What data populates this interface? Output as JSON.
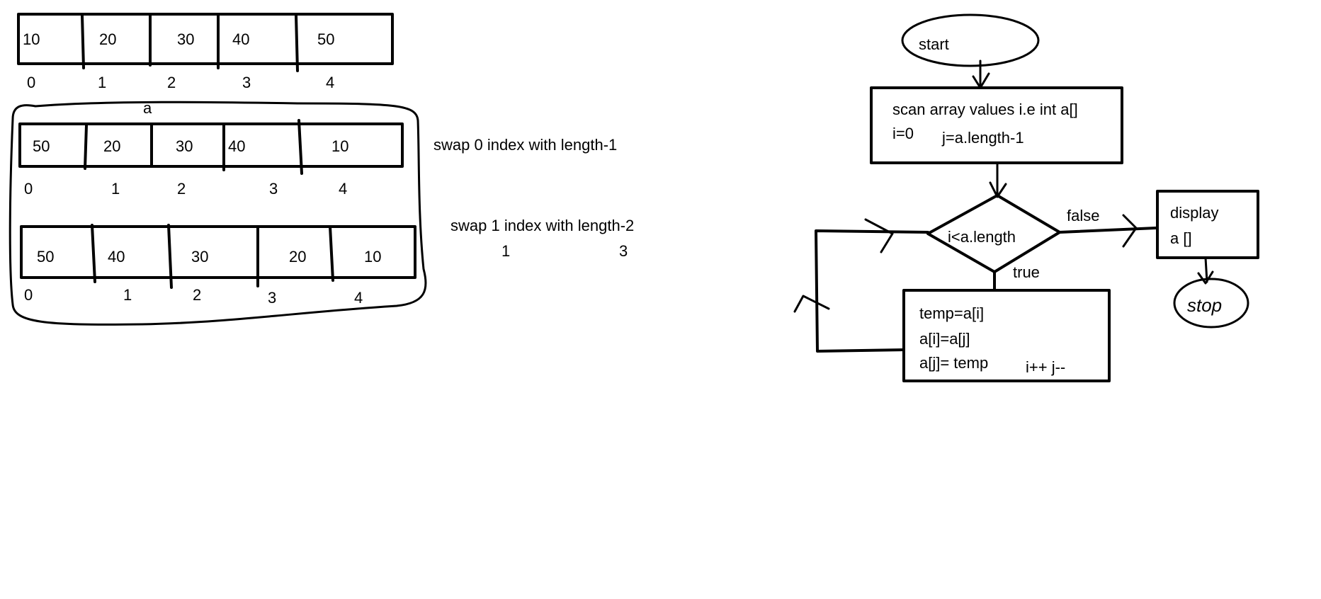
{
  "arrays": [
    {
      "values": [
        "10",
        "20",
        "30",
        "40",
        "50"
      ],
      "indices": [
        "0",
        "1",
        "2",
        "3",
        "4"
      ],
      "name": "a"
    },
    {
      "values": [
        "50",
        "20",
        "30",
        "40",
        "10"
      ],
      "indices": [
        "0",
        "1",
        "2",
        "3",
        "4"
      ]
    },
    {
      "values": [
        "50",
        "40",
        "30",
        "20",
        "10"
      ],
      "indices": [
        "0",
        "1",
        "2",
        "3",
        "4"
      ]
    }
  ],
  "notes": {
    "swap0": "swap 0 index with length-1",
    "swap1": "swap 1 index with length-2",
    "swap1_left": "1",
    "swap1_right": "3"
  },
  "flowchart": {
    "start": "start",
    "init": {
      "line1": "scan array values i.e int a[]",
      "line2a": "i=0",
      "line2b": "j=a.length-1"
    },
    "condition": "i<a.length",
    "false_label": "false",
    "true_label": "true",
    "display": {
      "line1": "display",
      "line2": "a []"
    },
    "body": {
      "line1": "temp=a[i]",
      "line2": "a[i]=a[j]",
      "line3": "a[j]= temp",
      "inc": "i++  j--"
    },
    "stop": "stop"
  }
}
